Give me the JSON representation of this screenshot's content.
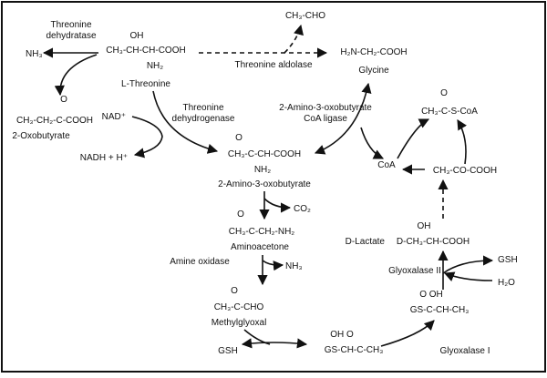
{
  "title": "",
  "colors": {
    "frame": "#111111",
    "ink": "#111111",
    "background": "#ffffff"
  },
  "molecules": {
    "threonine": {
      "formula_oh": "OH",
      "formula": "CH3-CH-CH-COOH",
      "formula_nh2": "NH2",
      "name": "L-Threonine"
    },
    "acetaldehyde": {
      "formula": "CH3-CHO"
    },
    "glycine": {
      "formula": "H2N-CH2-COOH",
      "name": "Glycine"
    },
    "ammonia_top": {
      "formula": "NH3"
    },
    "oxobutyrate": {
      "formula_o": "O",
      "formula": "CH3-CH2-C-COOH",
      "name": "2-Oxobutyrate"
    },
    "nad": {
      "formula": "NAD+"
    },
    "nadh": {
      "formula": "NADH + H+"
    },
    "aminooxobutyrate": {
      "formula_o": "O",
      "formula": "CH3-C-CH-COOH",
      "formula_nh2": "NH2",
      "name": "2-Amino-3-oxobutyrate"
    },
    "acetylcoa": {
      "formula_o": "O",
      "formula": "CH3-C-S-CoA"
    },
    "coa": {
      "formula": "CoA"
    },
    "pyruvate": {
      "formula": "CH3-CO-COOH"
    },
    "co2": {
      "formula": "CO2"
    },
    "aminoacetone": {
      "formula_o": "O",
      "formula": "CH3-C-CH2-NH2",
      "name": "Aminoacetone"
    },
    "ammonia_mid": {
      "formula": "NH3"
    },
    "lactate": {
      "formula_oh": "OH",
      "formula": "D-CH3-CH-COOH",
      "name": "D-Lactate"
    },
    "methylglyoxal": {
      "formula_o": "O",
      "formula": "CH3-C-CHO",
      "name": "Methylglyoxal"
    },
    "gsh_right": {
      "formula": "GSH"
    },
    "water": {
      "formula": "H2O"
    },
    "lactoylglutathione": {
      "formula_o": "O OH",
      "formula": "GS-C-CH-CH3"
    },
    "gsh_left": {
      "formula": "GSH"
    },
    "hemithioacetal": {
      "formula_o": "OH O",
      "formula": "GS-CH-C-CH3"
    }
  },
  "enzymes": {
    "dehydratase_1": "Threonine",
    "dehydratase_2": "dehydratase",
    "aldolase": "Threonine aldolase",
    "dehydrogenase_1": "Threonine",
    "dehydrogenase_2": "dehydrogenase",
    "ligase_1": "2-Amino-3-oxobutyrate",
    "ligase_2": "CoA ligase",
    "amine_oxidase": "Amine oxidase",
    "glyoxalase_2": "Glyoxalase II",
    "glyoxalase_1": "Glyoxalase I"
  }
}
